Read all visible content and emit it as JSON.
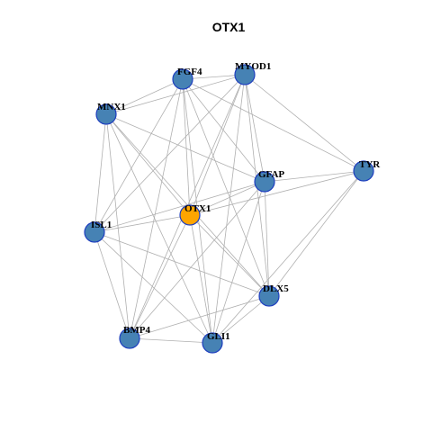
{
  "title": "OTX1",
  "colors": {
    "node": "#4682b4",
    "center": "#ffa500",
    "node_border": "#1f3fbf",
    "edge": "#b0b0b0"
  },
  "nodes": [
    {
      "id": "OTX1",
      "label": "OTX1",
      "center": true
    },
    {
      "id": "FGF4",
      "label": "FGF4"
    },
    {
      "id": "MYOD1",
      "label": "MYOD1"
    },
    {
      "id": "MNX1",
      "label": "MNX1"
    },
    {
      "id": "TYR",
      "label": "TYR"
    },
    {
      "id": "GFAP",
      "label": "GFAP"
    },
    {
      "id": "ISL1",
      "label": "ISL1"
    },
    {
      "id": "DLX5",
      "label": "DLX5"
    },
    {
      "id": "BMP4",
      "label": "BMP4"
    },
    {
      "id": "GLI1",
      "label": "GLI1"
    }
  ],
  "edges": [
    [
      "FGF4",
      "MYOD1"
    ],
    [
      "FGF4",
      "MNX1"
    ],
    [
      "FGF4",
      "ISL1"
    ],
    [
      "FGF4",
      "OTX1"
    ],
    [
      "FGF4",
      "GFAP"
    ],
    [
      "FGF4",
      "DLX5"
    ],
    [
      "FGF4",
      "GLI1"
    ],
    [
      "FGF4",
      "TYR"
    ],
    [
      "FGF4",
      "BMP4"
    ],
    [
      "MYOD1",
      "MNX1"
    ],
    [
      "MYOD1",
      "OTX1"
    ],
    [
      "MYOD1",
      "GFAP"
    ],
    [
      "MYOD1",
      "TYR"
    ],
    [
      "MYOD1",
      "DLX5"
    ],
    [
      "MYOD1",
      "BMP4"
    ],
    [
      "MYOD1",
      "ISL1"
    ],
    [
      "MYOD1",
      "GLI1"
    ],
    [
      "MNX1",
      "ISL1"
    ],
    [
      "MNX1",
      "OTX1"
    ],
    [
      "MNX1",
      "GFAP"
    ],
    [
      "MNX1",
      "DLX5"
    ],
    [
      "MNX1",
      "BMP4"
    ],
    [
      "MNX1",
      "GLI1"
    ],
    [
      "TYR",
      "GFAP"
    ],
    [
      "TYR",
      "OTX1"
    ],
    [
      "TYR",
      "DLX5"
    ],
    [
      "TYR",
      "GLI1"
    ],
    [
      "GFAP",
      "OTX1"
    ],
    [
      "GFAP",
      "ISL1"
    ],
    [
      "GFAP",
      "DLX5"
    ],
    [
      "GFAP",
      "GLI1"
    ],
    [
      "GFAP",
      "BMP4"
    ],
    [
      "OTX1",
      "ISL1"
    ],
    [
      "OTX1",
      "DLX5"
    ],
    [
      "OTX1",
      "GLI1"
    ],
    [
      "OTX1",
      "BMP4"
    ],
    [
      "ISL1",
      "BMP4"
    ],
    [
      "ISL1",
      "GLI1"
    ],
    [
      "ISL1",
      "DLX5"
    ],
    [
      "DLX5",
      "BMP4"
    ],
    [
      "DLX5",
      "GLI1"
    ],
    [
      "BMP4",
      "GLI1"
    ]
  ]
}
